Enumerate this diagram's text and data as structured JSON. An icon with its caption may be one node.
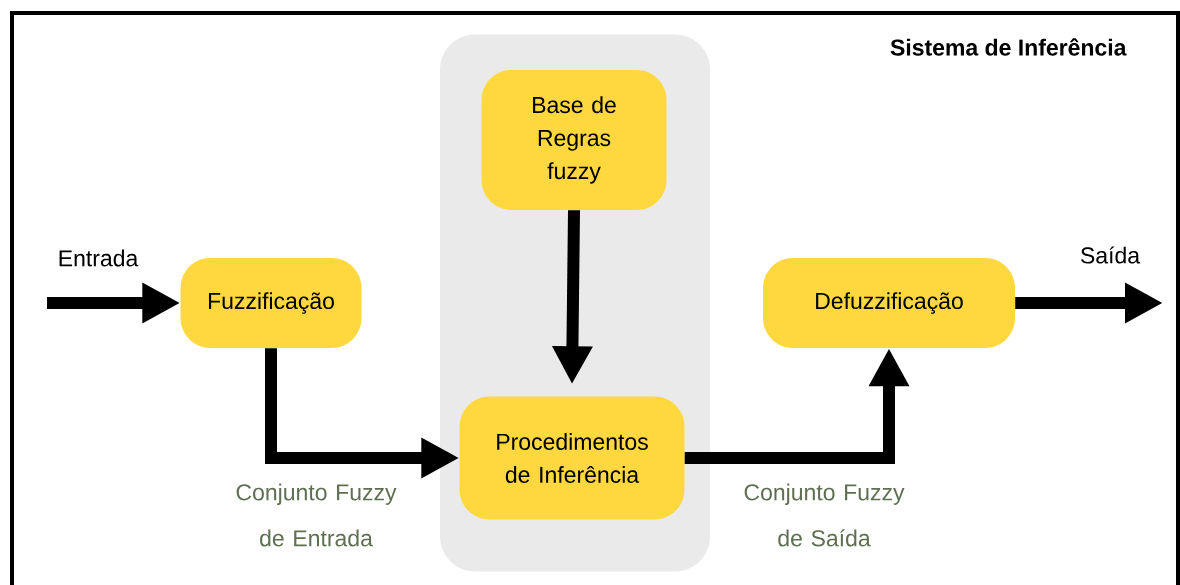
{
  "diagram": {
    "nodes": [
      {
        "text": [
          "Sistema de Inferência"
        ]
      },
      {
        "text": [
          "Fuzzificação"
        ],
        "in": 0
      },
      {
        "text": [],
        "shape": "box",
        "in": 0
      },
      {
        "text": [
          "Base de Regras fuzzy"
        ],
        "in": 2
      },
      {
        "text": [
          "Procedimentos de Inferência"
        ],
        "in": 2
      },
      {
        "text": [
          "Defuzzificação"
        ],
        "in": 0
      }
    ],
    "edges": [
      {
        "from": null,
        "to": 1,
        "arrow": "to",
        "label": "Entrada"
      },
      {
        "from": 1,
        "to": 4,
        "arrow": "to",
        "label": "Conjunto Fuzzy de Entrada"
      },
      {
        "from": 3,
        "to": 4,
        "arrow": "to"
      },
      {
        "from": 4,
        "to": 5,
        "arrow": "to",
        "label": "Conjunto Fuzzy de Saída"
      },
      {
        "from": 5,
        "to": null,
        "arrow": "to",
        "label": "Saída"
      }
    ]
  }
}
